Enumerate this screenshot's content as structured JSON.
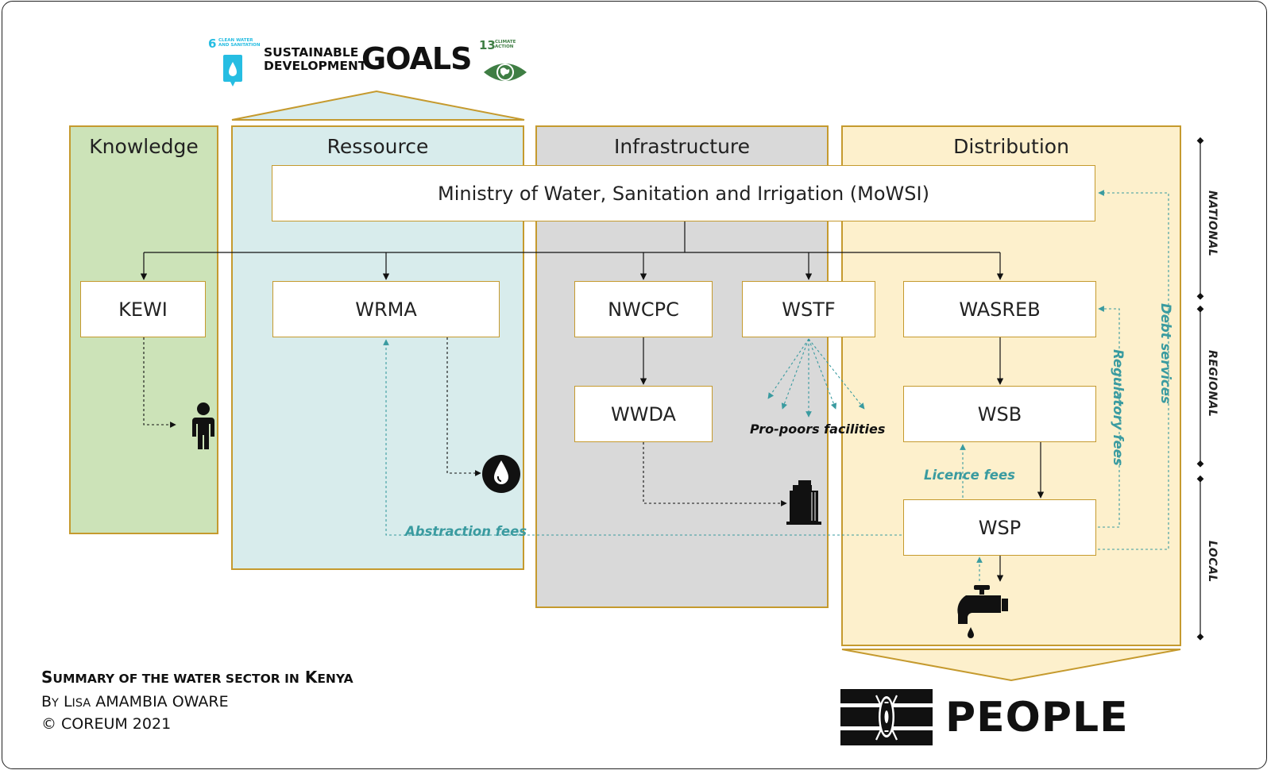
{
  "sdg": {
    "goal6_number": "6",
    "goal6_text_1": "CLEAN WATER",
    "goal6_text_2": "AND SANITATION",
    "sustainable": "SUSTAINABLE",
    "development": "DEVELOPMENT",
    "goals": "GOALS",
    "goal13_number": "13",
    "goal13_text_1": "CLIMATE",
    "goal13_text_2": "ACTION",
    "goal6_color": "#26bde2",
    "goal13_color": "#3f7e44"
  },
  "columns": {
    "knowledge": "Knowledge",
    "resource": "Ressource",
    "infrastructure": "Infrastructure",
    "distribution": "Distribution"
  },
  "colors": {
    "knowledge": "#cce3b8",
    "resource": "#d8ecec",
    "infrastructure": "#d9d9d9",
    "distribution": "#fdf0cc",
    "border": "#c59a2e",
    "fee": "#3a9ba0"
  },
  "boxes": {
    "ministry": "Ministry of Water, Sanitation and Irrigation (MoWSI)",
    "kewi": "KEWI",
    "wrma": "WRMA",
    "nwcpc": "NWCPC",
    "wstf": "WSTF",
    "wasreb": "WASREB",
    "wwda": "WWDA",
    "wsb": "WSB",
    "wsp": "WSP"
  },
  "labels": {
    "pro_poor": "Pro-poors facilities",
    "abstraction_fees": "Abstraction fees",
    "licence_fees": "Licence fees",
    "regulatory_fees": "Regulatory fees",
    "debt_services": "Debt services"
  },
  "levels": {
    "national": "NATIONAL",
    "regional": "REGIONAL",
    "local": "LOCAL"
  },
  "caption": {
    "title_cap1": "S",
    "title_rest1": "UMMARY OF THE WATER SECTOR IN",
    "title_cap2": "K",
    "title_rest2": "ENYA",
    "by_cap": "B",
    "by_rest": "Y",
    "first_cap": "L",
    "first_rest": "ISA",
    "name": "AMAMBIA OWARE",
    "copyright": "© COREUM 2021"
  },
  "people": "PEOPLE",
  "icons": [
    "person-icon",
    "water-drop-icon",
    "factory-icon",
    "faucet-icon",
    "kenya-flag-icon"
  ]
}
